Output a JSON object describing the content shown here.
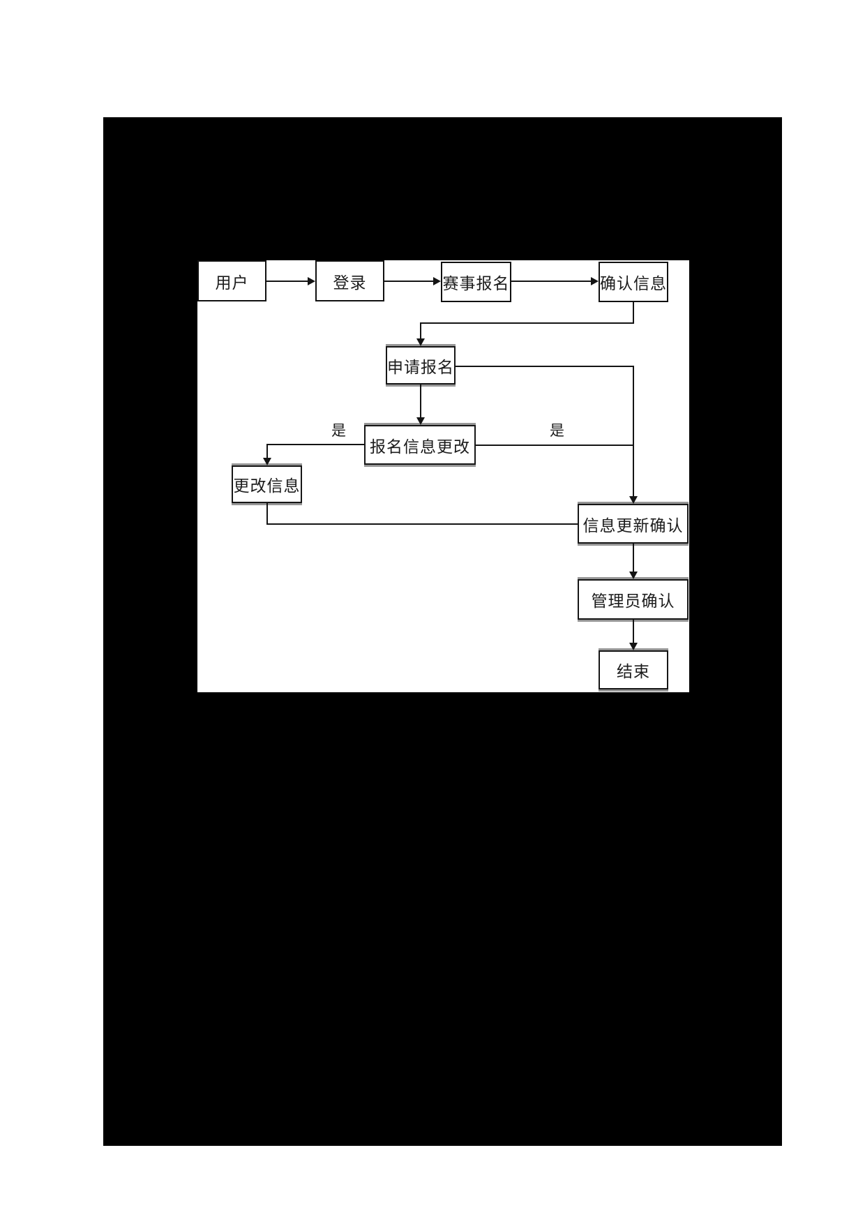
{
  "page": {
    "background_color": "#ffffff",
    "slide_background_color": "#000000",
    "canvas_background_color": "#ffffff"
  },
  "flowchart": {
    "colors": {
      "line": "#141414",
      "box_border": "#161616",
      "box_shadow_edge": "#969696",
      "text": "#1c1c1c"
    },
    "nodes": [
      {
        "id": "user",
        "label": "用户"
      },
      {
        "id": "login",
        "label": "登录"
      },
      {
        "id": "event-registration",
        "label": "赛事报名"
      },
      {
        "id": "confirm-info",
        "label": "确认信息"
      },
      {
        "id": "apply-registration",
        "label": "申请报名"
      },
      {
        "id": "registration-info-change",
        "label": "报名信息更改"
      },
      {
        "id": "change-info",
        "label": "更改信息"
      },
      {
        "id": "info-update-confirm",
        "label": "信息更新确认"
      },
      {
        "id": "admin-confirm",
        "label": "管理员确认"
      },
      {
        "id": "end",
        "label": "结束"
      }
    ],
    "edge_labels": [
      {
        "id": "yes-left",
        "label": "是"
      },
      {
        "id": "yes-right",
        "label": "是"
      }
    ]
  }
}
